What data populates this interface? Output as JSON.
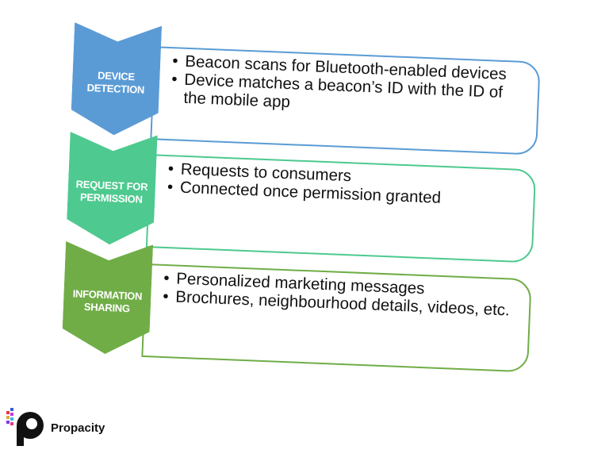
{
  "steps": [
    {
      "label_lines": [
        "DEVICE",
        "DETECTION"
      ],
      "color": "#5b9bd5",
      "bullets": [
        "Beacon scans for Bluetooth-enabled devices",
        "Device matches a beacon’s ID with the ID of the mobile app"
      ]
    },
    {
      "label_lines": [
        "REQUEST FOR",
        "PERMISSION"
      ],
      "color": "#4ec98f",
      "bullets": [
        "Requests to consumers",
        "Connected once permission granted"
      ]
    },
    {
      "label_lines": [
        "INFORMATION",
        "SHARING"
      ],
      "color": "#70ad47",
      "bullets": [
        "Personalized marketing messages",
        "Brochures, neighbourhood details, videos, etc."
      ]
    }
  ],
  "bullet_glyph": "•",
  "logo": {
    "name": "Propacity",
    "icon": "propacity-logo-icon"
  }
}
